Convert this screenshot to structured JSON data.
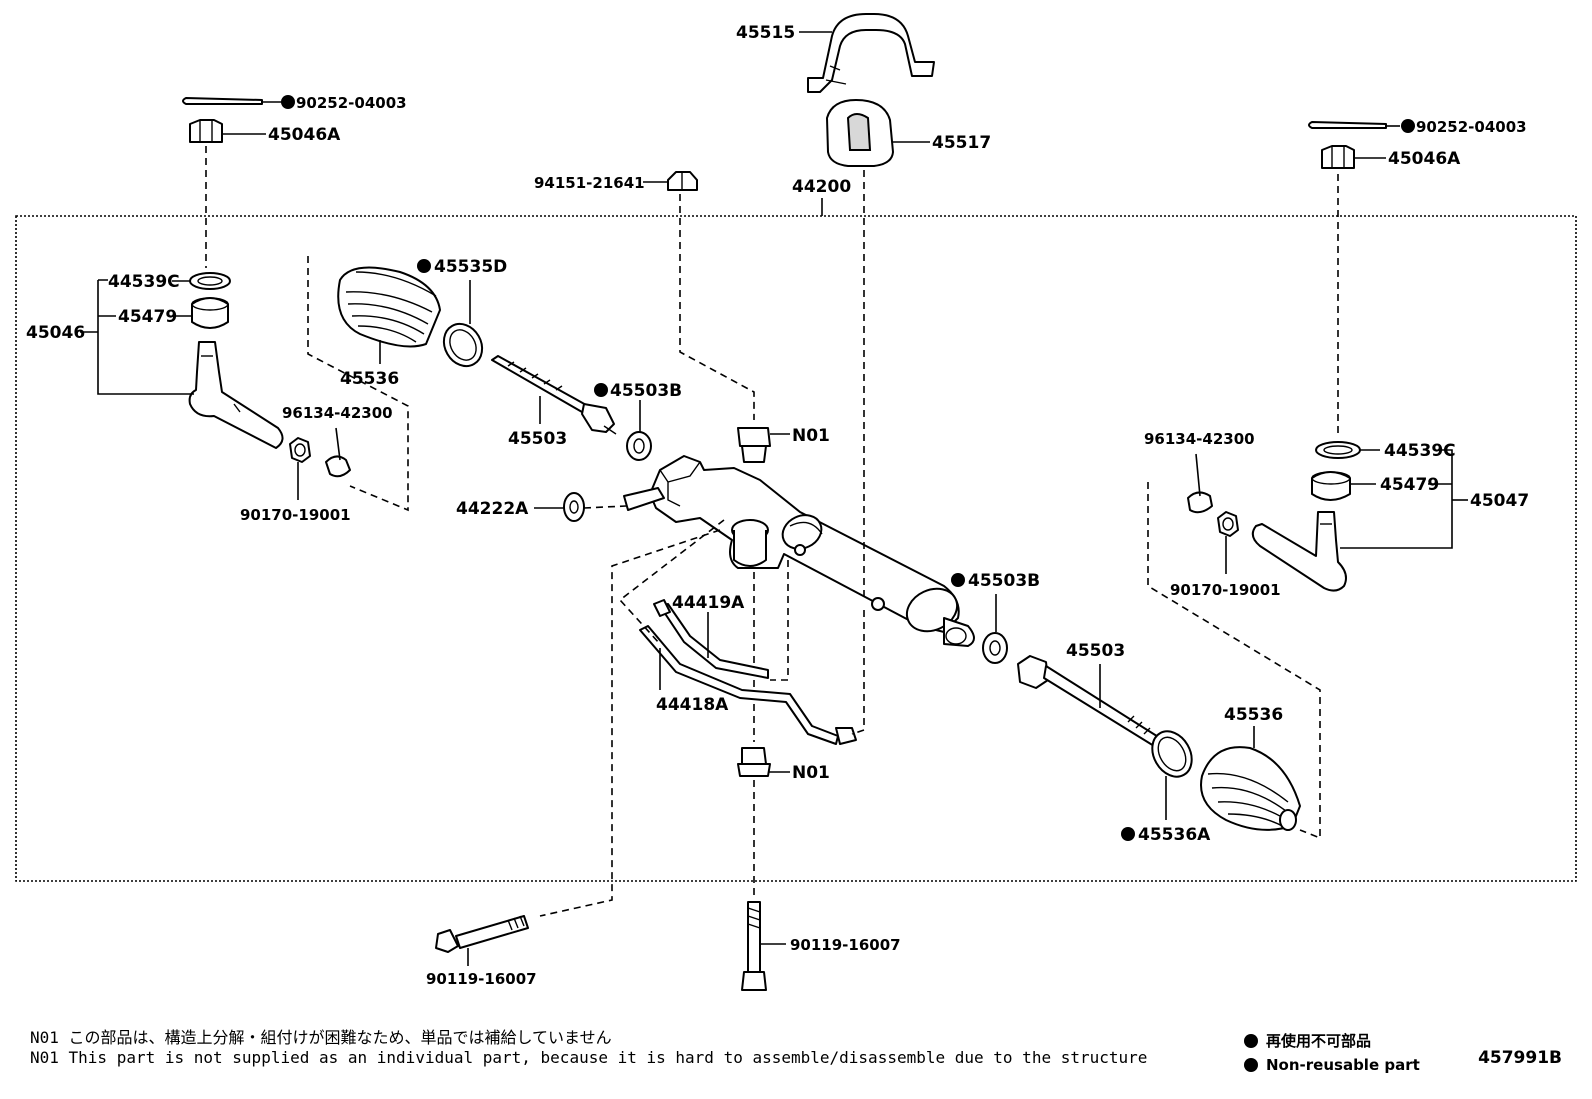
{
  "parts": {
    "p45515": "45515",
    "p45517": "45517",
    "p44200": "44200",
    "p94151_21641": "94151-21641",
    "cotter_left": "90252-04003",
    "cotter_right": "90252-04003",
    "nut_left": "45046A",
    "nut_right": "45046A",
    "tie_end_left": "45046",
    "tie_end_right": "45047",
    "seal_left": "44539C",
    "seal_right": "44539C",
    "boot_ring_left": "45479",
    "boot_ring_right": "45479",
    "clamp_left": "45535D",
    "boot_left": "45536",
    "boot_right": "45536",
    "clip_left": "96134-42300",
    "clip_right": "96134-42300",
    "locknut_left": "90170-19001",
    "locknut_right": "90170-19001",
    "rod_left": "45503",
    "rod_right": "45503",
    "washer_left": "45503B",
    "washer_right": "45503B",
    "grommet": "44222A",
    "n01_top": "N01",
    "n01_bottom": "N01",
    "tube_a": "44419A",
    "tube_b": "44418A",
    "clamp_right": "45536A",
    "bolt_left": "90119-16007",
    "bolt_center": "90119-16007"
  },
  "notes": {
    "jp": "N01 この部品は、構造上分解・組付けが困難なため、単品では補給していません",
    "en": "N01 This part is not supplied as an individual part, because it is hard to assemble/disassemble due to the structure"
  },
  "legend": {
    "jp": "再使用不可部品",
    "en": "Non-reusable part"
  },
  "doc_id": "457991B"
}
